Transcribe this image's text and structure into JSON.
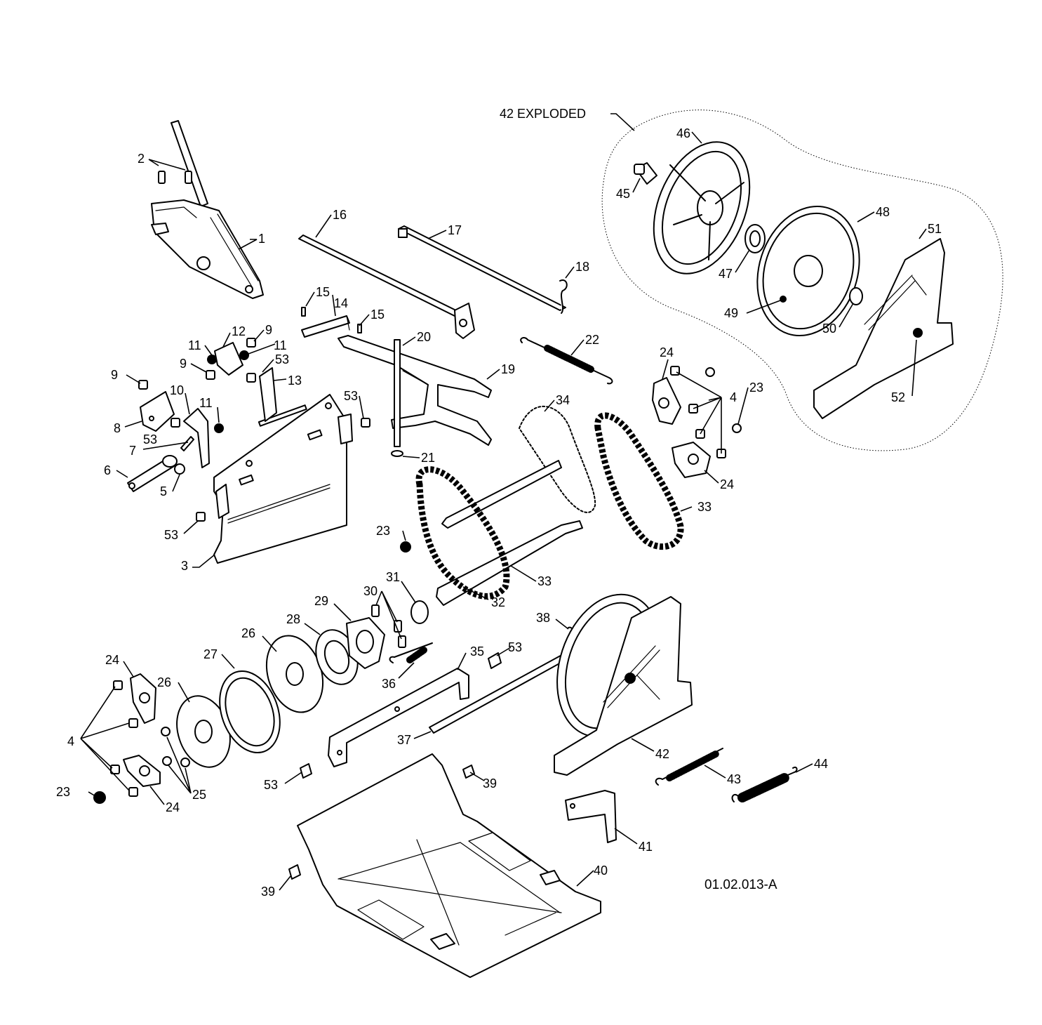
{
  "exploded_group_label": "42 EXPLODED",
  "drawing_id": "01.02.013-A",
  "callouts": {
    "c1": "1",
    "c2": "2",
    "c3": "3",
    "c4a": "4",
    "c4b": "4",
    "c5": "5",
    "c6": "6",
    "c7": "7",
    "c8": "8",
    "c9a": "9",
    "c9b": "9",
    "c9c": "9",
    "c10": "10",
    "c11a": "11",
    "c11b": "11",
    "c11c": "11",
    "c12": "12",
    "c13": "13",
    "c14": "14",
    "c15a": "15",
    "c15b": "15",
    "c16": "16",
    "c17": "17",
    "c18": "18",
    "c19": "19",
    "c20": "20",
    "c21": "21",
    "c22": "22",
    "c23a": "23",
    "c23b": "23",
    "c23c": "23",
    "c24a": "24",
    "c24b": "24",
    "c24c": "24",
    "c24d": "24",
    "c25": "25",
    "c26a": "26",
    "c26b": "26",
    "c27": "27",
    "c28": "28",
    "c29": "29",
    "c30": "30",
    "c31": "31",
    "c32": "32",
    "c33a": "33",
    "c33b": "33",
    "c34": "34",
    "c35": "35",
    "c36": "36",
    "c37": "37",
    "c38": "38",
    "c39a": "39",
    "c39b": "39",
    "c40": "40",
    "c41": "41",
    "c42": "42",
    "c43": "43",
    "c44": "44",
    "c45": "45",
    "c46": "46",
    "c47": "47",
    "c48": "48",
    "c49": "49",
    "c50": "50",
    "c51": "51",
    "c52": "52",
    "c53a": "53",
    "c53b": "53",
    "c53c": "53",
    "c53d": "53",
    "c53e": "53",
    "c53f": "53"
  }
}
